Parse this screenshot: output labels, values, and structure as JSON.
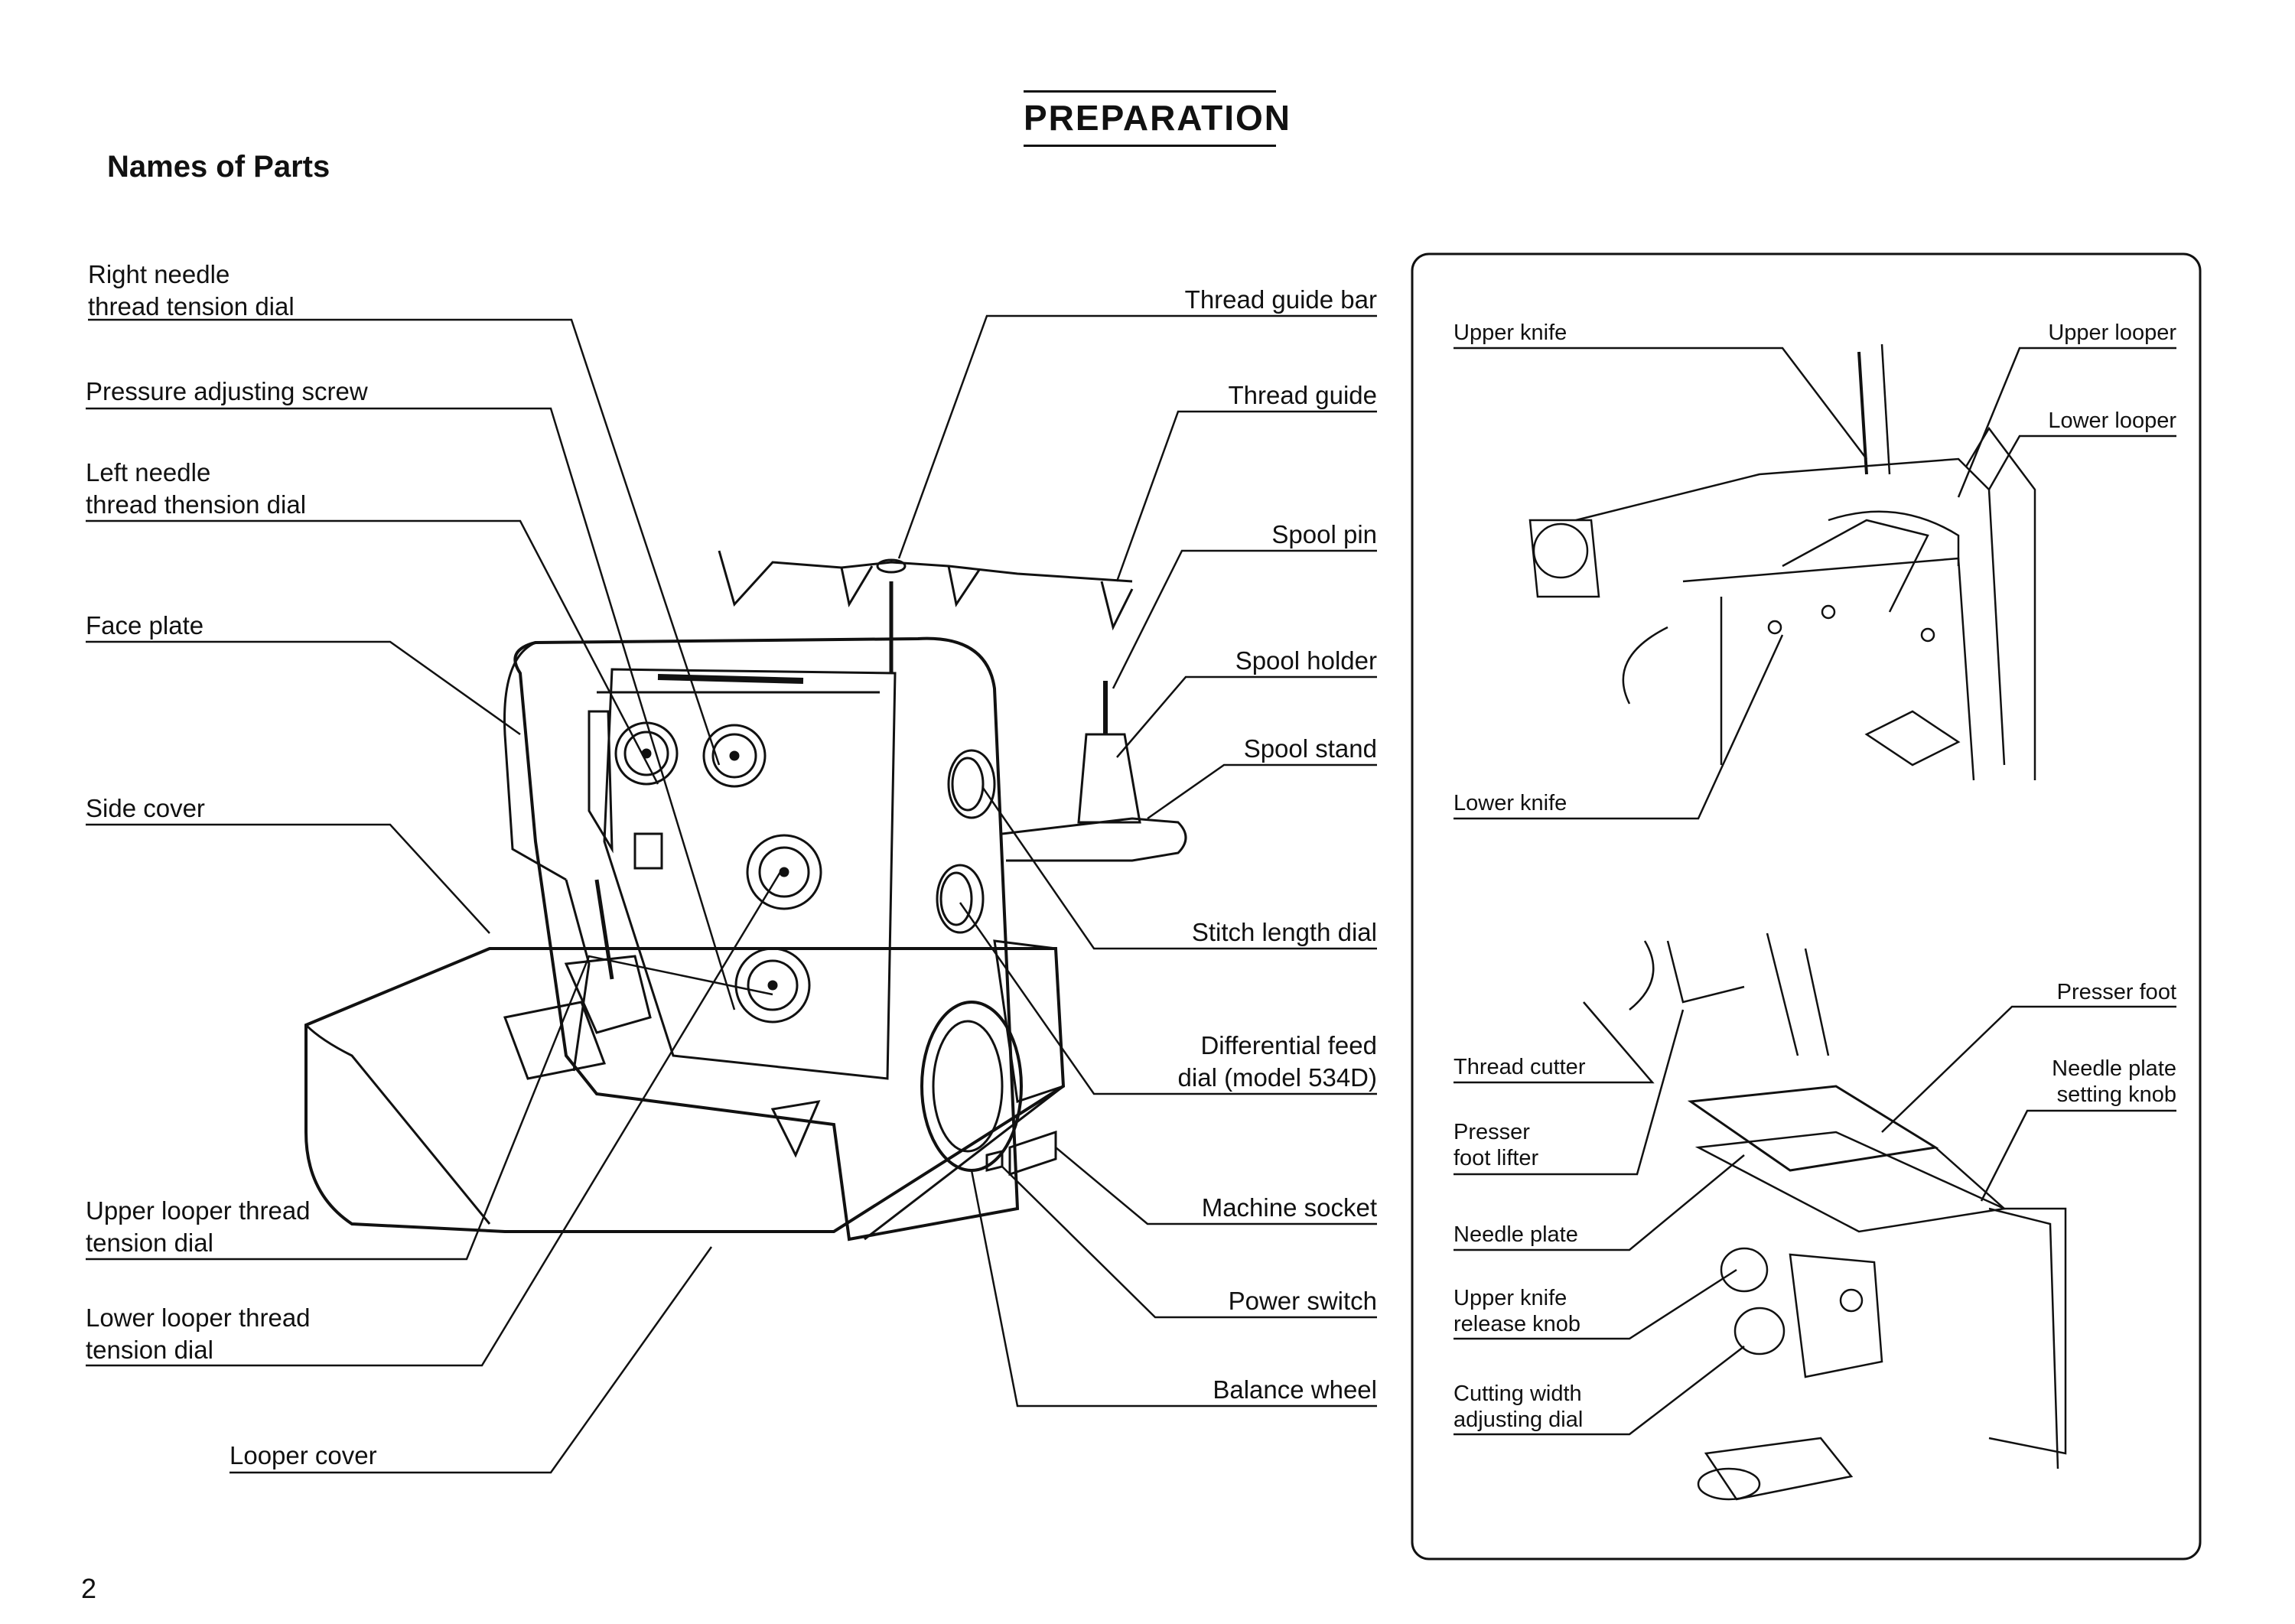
{
  "page": {
    "section_title": "PREPARATION",
    "heading": "Names of Parts",
    "page_number": "2"
  },
  "main_labels": {
    "right_needle": "Right needle\nthread tension dial",
    "pressure_screw": "Pressure adjusting screw",
    "left_needle": "Left needle\nthread thension dial",
    "face_plate": "Face plate",
    "side_cover": "Side cover",
    "upper_looper_tension": "Upper looper thread\ntension dial",
    "lower_looper_tension": "Lower looper thread\ntension dial",
    "looper_cover": "Looper cover",
    "thread_guide_bar": "Thread guide bar",
    "thread_guide": "Thread guide",
    "spool_pin": "Spool pin",
    "spool_holder": "Spool holder",
    "spool_stand": "Spool stand",
    "stitch_length": "Stitch length dial",
    "differential_feed": "Differential feed\ndial (model 534D)",
    "machine_socket": "Machine socket",
    "power_switch": "Power switch",
    "balance_wheel": "Balance wheel"
  },
  "inset_labels": {
    "upper_knife": "Upper knife",
    "upper_looper": "Upper looper",
    "lower_looper": "Lower looper",
    "lower_knife": "Lower knife",
    "thread_cutter": "Thread cutter",
    "presser_foot": "Presser foot",
    "needle_plate_knob": "Needle plate\nsetting knob",
    "presser_foot_lifter": "Presser\nfoot lifter",
    "needle_plate": "Needle plate",
    "upper_knife_release": "Upper knife\nrelease knob",
    "cutting_width": "Cutting width\nadjusting dial"
  }
}
